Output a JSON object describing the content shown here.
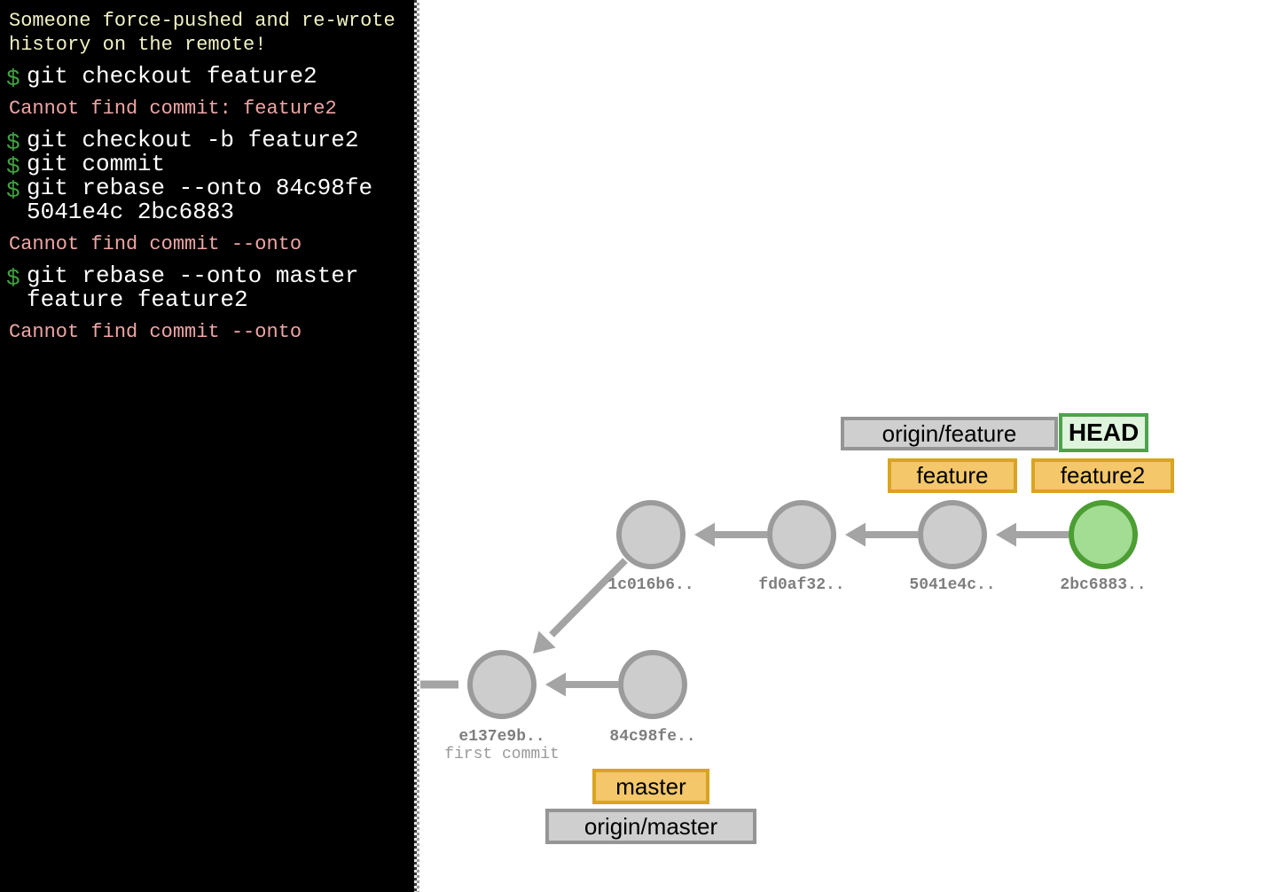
{
  "terminal": {
    "prompt": "$",
    "entries": [
      {
        "type": "info",
        "text": "Someone force-pushed and re-wrote history on the remote!"
      },
      {
        "type": "command",
        "text": "git checkout feature2"
      },
      {
        "type": "error",
        "text": "Cannot find commit: feature2"
      },
      {
        "type": "command",
        "text": "git checkout -b feature2"
      },
      {
        "type": "command",
        "text": "git commit"
      },
      {
        "type": "command",
        "text": "git rebase --onto 84c98fe 5041e4c 2bc6883"
      },
      {
        "type": "error",
        "text": "Cannot find commit --onto"
      },
      {
        "type": "command",
        "text": "git rebase --onto master feature feature2"
      },
      {
        "type": "error",
        "text": "Cannot find commit --onto"
      }
    ]
  },
  "graph": {
    "commits": [
      {
        "id": "1c016b6.."
      },
      {
        "id": "fd0af32.."
      },
      {
        "id": "5041e4c.."
      },
      {
        "id": "2bc6883..",
        "state": "checked-out HEAD"
      },
      {
        "id": "e137e9b..",
        "message": "first commit"
      },
      {
        "id": "84c98fe.."
      }
    ],
    "refs": {
      "origin_feature": "origin/feature",
      "head": "HEAD",
      "feature": "feature",
      "feature2": "feature2",
      "master": "master",
      "origin_master": "origin/master"
    }
  },
  "colors": {
    "branch_label_fill": "#F3C76A",
    "branch_label_border": "#D9A421",
    "remote_label_fill": "#CFCFCF",
    "remote_label_border": "#959595",
    "head_label_fill": "#DFF4DC",
    "head_label_border": "#4CA34C",
    "commit_fill": "#CDCDCD",
    "commit_border": "#9B9B9B",
    "head_commit_fill": "#A3DC93",
    "head_commit_border": "#4C9E34",
    "edge": "#A4A4A4",
    "terminal_background": "#000000",
    "terminal_info": "#F2F2C5",
    "terminal_error": "#EFA5A5",
    "terminal_command": "#FFFFFF",
    "terminal_prompt": "#3FA53F"
  }
}
